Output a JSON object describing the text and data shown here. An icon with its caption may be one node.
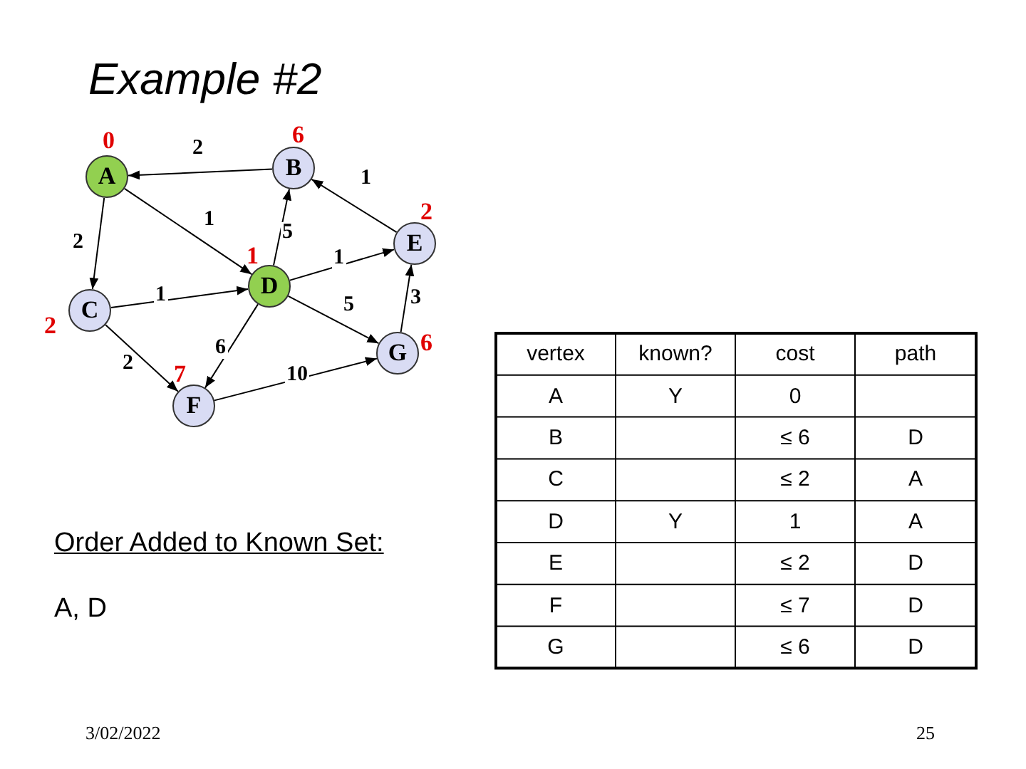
{
  "diagram": {
    "title": "Example #2",
    "nodes": [
      {
        "text": [
          "A"
        ],
        "beside": [
          "0"
        ]
      },
      {
        "text": [
          "B"
        ],
        "beside": [
          "6"
        ]
      },
      {
        "text": [
          "C"
        ],
        "beside": [
          "2"
        ]
      },
      {
        "text": [
          "D"
        ],
        "beside": [
          "1"
        ]
      },
      {
        "text": [
          "E"
        ],
        "beside": [
          "2"
        ]
      },
      {
        "text": [
          "F"
        ],
        "beside": [
          "7"
        ]
      },
      {
        "text": [
          "G"
        ],
        "beside": [
          "6"
        ]
      }
    ],
    "edges": [
      {
        "from": 1,
        "to": 0,
        "arrow": "to",
        "label": "2"
      },
      {
        "from": 0,
        "to": 3,
        "arrow": "to",
        "label": "1"
      },
      {
        "from": 0,
        "to": 2,
        "arrow": "to",
        "label": "2"
      },
      {
        "from": 3,
        "to": 1,
        "arrow": "to",
        "label": "5"
      },
      {
        "from": 4,
        "to": 1,
        "arrow": "to",
        "label": "1"
      },
      {
        "from": 3,
        "to": 4,
        "arrow": "to",
        "label": "1"
      },
      {
        "from": 2,
        "to": 3,
        "arrow": "to",
        "label": "1"
      },
      {
        "from": 3,
        "to": 6,
        "arrow": "to",
        "label": "5"
      },
      {
        "from": 6,
        "to": 4,
        "arrow": "to",
        "label": "3"
      },
      {
        "from": 3,
        "to": 5,
        "arrow": "to",
        "label": "6"
      },
      {
        "from": 2,
        "to": 5,
        "arrow": "to",
        "label": "2"
      },
      {
        "from": 5,
        "to": 6,
        "arrow": "to",
        "label": "10"
      }
    ],
    "labels": [
      "vertex",
      "known?",
      "cost",
      "path",
      "A",
      "Y",
      "0",
      "B",
      "≤ 6",
      "D",
      "C",
      "≤ 2",
      "A",
      "D",
      "Y",
      "1",
      "A",
      "E",
      "≤ 2",
      "D",
      "F",
      "≤ 7",
      "D",
      "G",
      "≤ 6",
      "D",
      "Order Added to Known Set:",
      "A, D",
      "3/02/2022",
      "25"
    ]
  }
}
